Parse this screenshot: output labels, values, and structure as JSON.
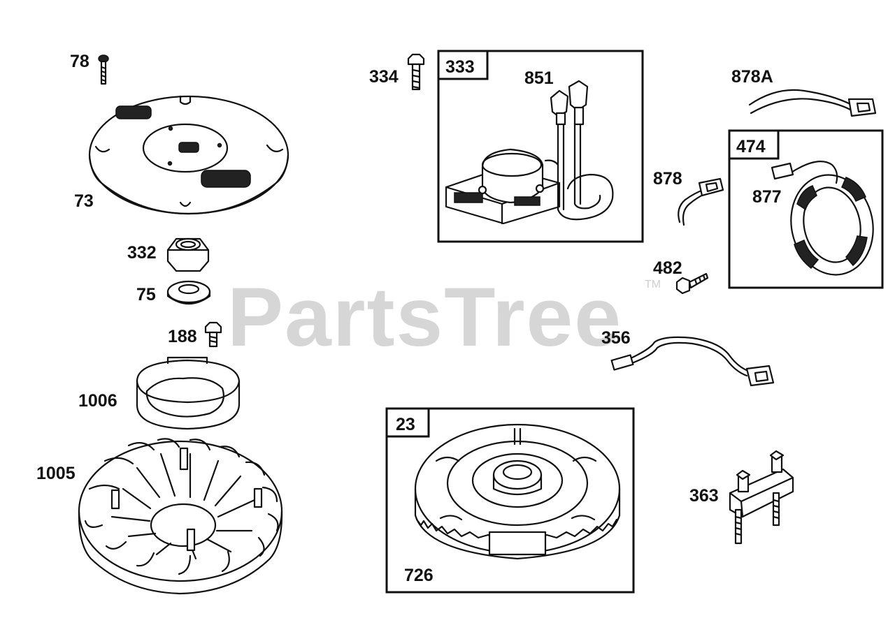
{
  "watermark": {
    "text": "PartsTree",
    "trademark": "TM"
  },
  "boxes": [
    {
      "id": "box-333",
      "label": "333"
    },
    {
      "id": "box-474",
      "label": "474"
    },
    {
      "id": "box-23",
      "label": "23"
    }
  ],
  "labels": {
    "p78": "78",
    "p73": "73",
    "p332": "332",
    "p75": "75",
    "p188": "188",
    "p1006": "1006",
    "p1005": "1005",
    "p334": "334",
    "p851": "851",
    "p878A": "878A",
    "p878": "878",
    "p877": "877",
    "p482": "482",
    "p356": "356",
    "p726": "726",
    "p363": "363"
  },
  "colors": {
    "ink": "#111111",
    "watermark": "#d6d6d6",
    "background": "#ffffff"
  }
}
